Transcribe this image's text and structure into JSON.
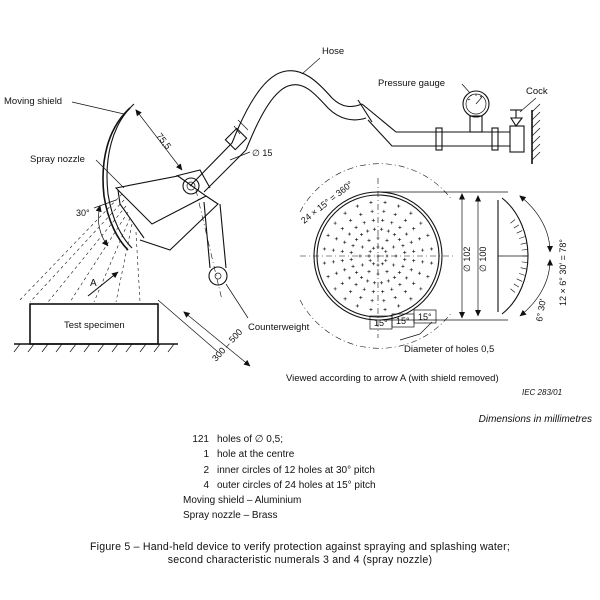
{
  "diagram": {
    "callouts": {
      "hose": "Hose",
      "pressure_gauge": "Pressure gauge",
      "cock": "Cock",
      "moving_shield": "Moving shield",
      "spray_nozzle": "Spray nozzle",
      "test_specimen": "Test specimen",
      "counterweight": "Counterweight",
      "arrow_a": "A",
      "viewed_note": "Viewed according to arrow A (with shield removed)",
      "hole_diameter": "Diameter of holes 0,5"
    },
    "dimensions": {
      "nozzle_arm": "75,5",
      "tube_diameter": "∅ 15",
      "angle_30": "30°",
      "distance": "300 – 500",
      "pitch_24": "24 × 15° = 360°",
      "dia_102": "∅ 102",
      "dia_100": "∅ 100",
      "deg_15_a": "15°",
      "deg_15_b": "15°",
      "deg_15_c": "15°",
      "angle_78": "12 × 6° 30′ = 78°",
      "angle_6_30": "6° 30′"
    },
    "ref": "IEC 283/01"
  },
  "dims_note": "Dimensions in millimetres",
  "notes": [
    {
      "num": "121",
      "text": "holes of ∅ 0,5;"
    },
    {
      "num": "1",
      "text": "hole at the centre"
    },
    {
      "num": "2",
      "text": "inner circles of 12 holes at 30° pitch"
    },
    {
      "num": "4",
      "text": "outer circles of 24 holes at 15° pitch"
    },
    {
      "num": "",
      "text": "Moving shield – Aluminium"
    },
    {
      "num": "",
      "text": "Spray nozzle – Brass"
    }
  ],
  "caption": {
    "line1": "Figure 5 – Hand-held device to verify protection against spraying and splashing water;",
    "line2": "second characteristic numerals 3 and 4 (spray nozzle)"
  }
}
